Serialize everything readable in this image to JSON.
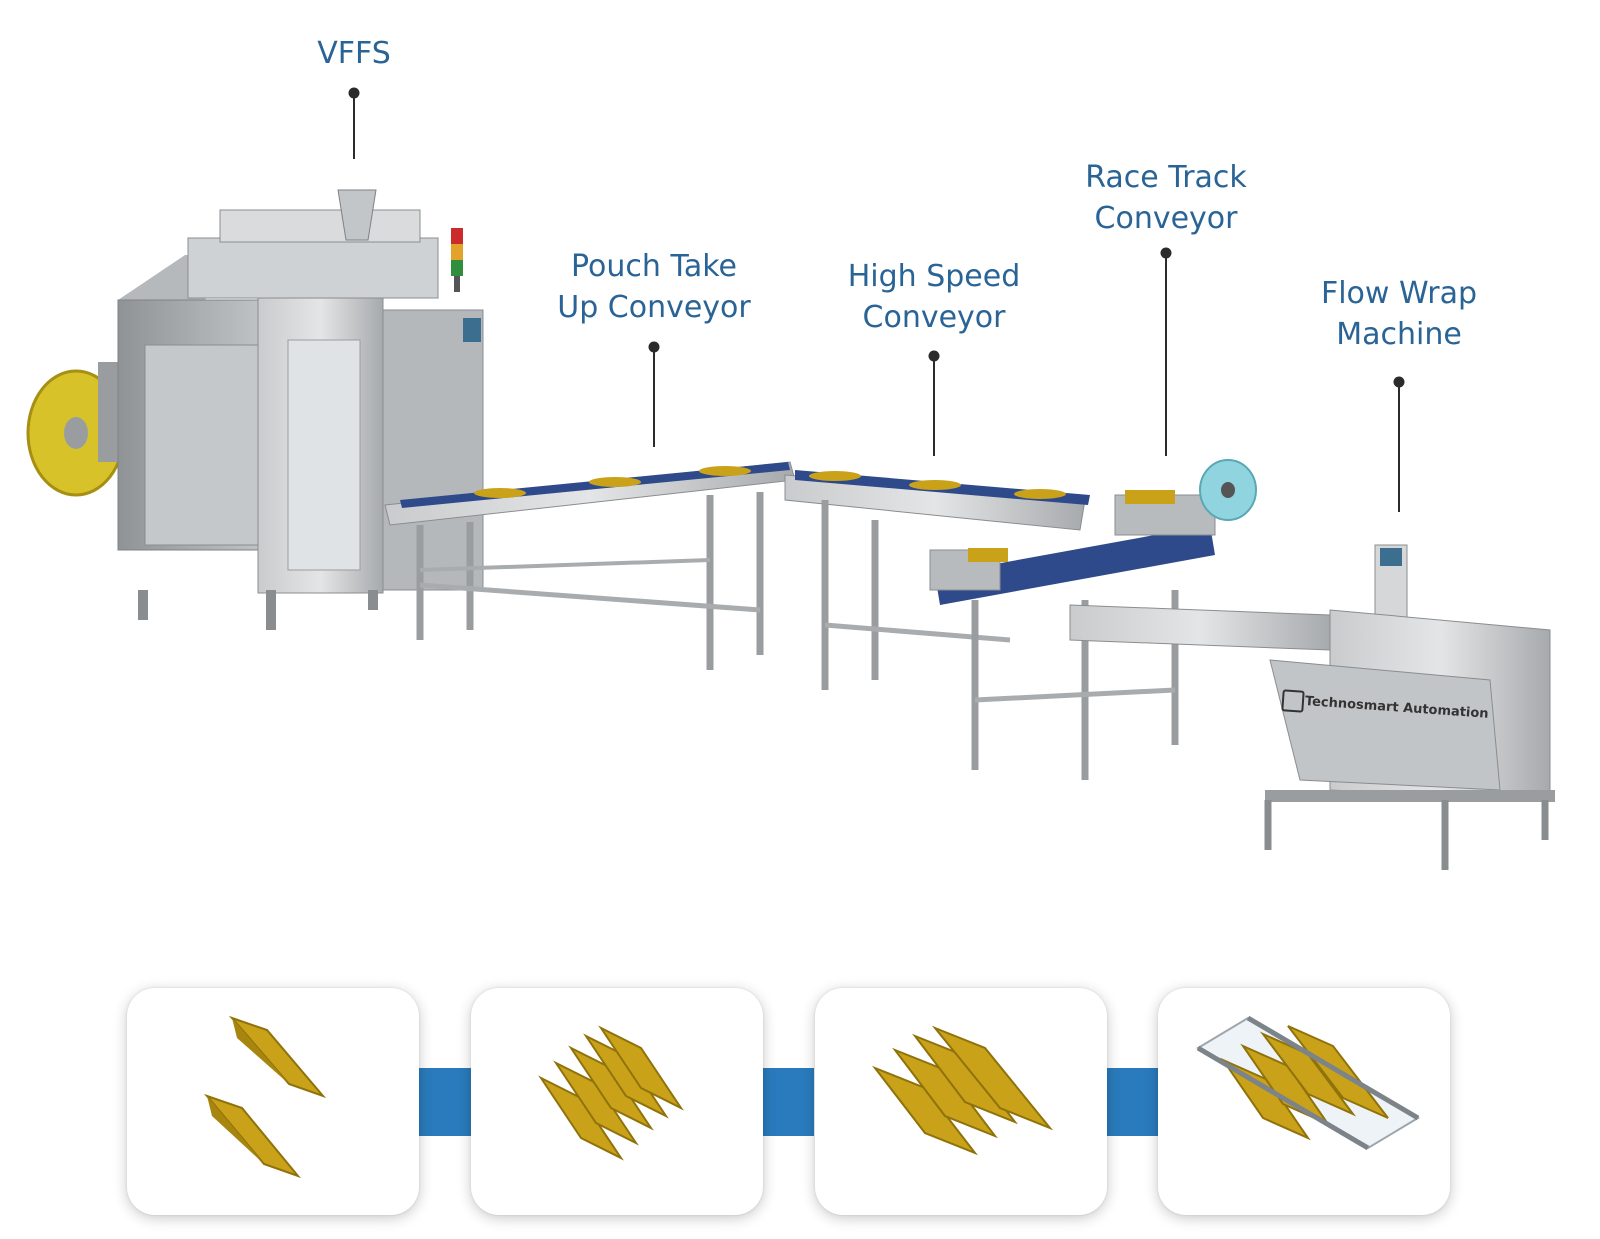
{
  "labels": {
    "vffs": [
      "VFFS"
    ],
    "pouch": [
      "Pouch Take",
      "Up Conveyor"
    ],
    "highspeed": [
      "High Speed",
      "Conveyor"
    ],
    "racetrack": [
      "Race Track",
      "Conveyor"
    ],
    "flowwrap": [
      "Flow Wrap",
      "Machine"
    ]
  },
  "brand": {
    "name": "Technosmart Automation"
  },
  "stages": [
    {
      "icon": "two-pouches-icon"
    },
    {
      "icon": "stacked-pouches-icon"
    },
    {
      "icon": "grouped-pouches-icon"
    },
    {
      "icon": "wrapped-pack-icon"
    }
  ],
  "colors": {
    "label": "#2a6496",
    "connector": "#2a7bbd",
    "pouch": "#c9a21a",
    "steel": "#a9acae",
    "belt": "#2f4a8a",
    "film": "#8fd4df",
    "roll": "#d8c22a"
  }
}
